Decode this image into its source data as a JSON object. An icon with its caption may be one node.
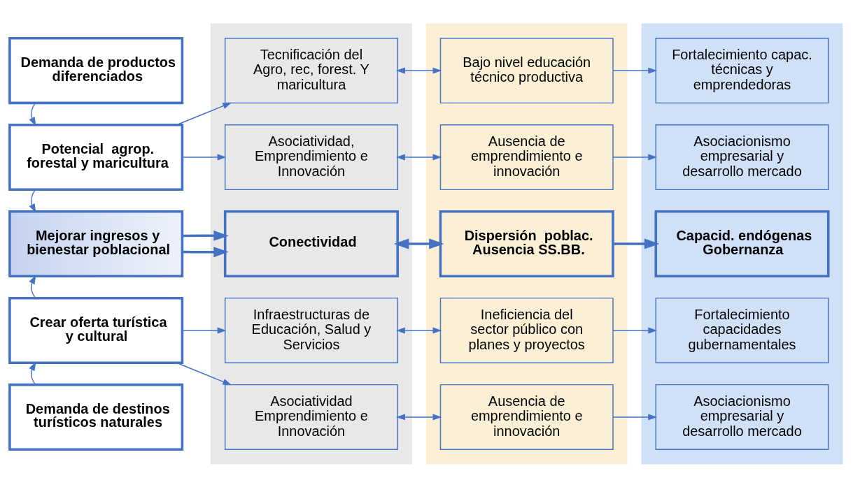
{
  "diagram": {
    "nodes": [
      {
        "text": [
          "Demanda de productos diferenciados"
        ]
      },
      {
        "text": [
          "Potencial  agrop. forestal y maricultura"
        ]
      },
      {
        "text": [
          "Mejorar ingresos y bienestar poblacional"
        ]
      },
      {
        "text": [
          "Crear oferta turística y cultural"
        ]
      },
      {
        "text": [
          "Demanda de destinos turísticos naturales"
        ]
      },
      {
        "text": [],
        "shape": "band"
      },
      {
        "text": [
          "Tecnificación del Agro, rec, forest. Y maricultura"
        ],
        "in": 5
      },
      {
        "text": [
          "Asociatividad, Emprendimiento e Innovación"
        ],
        "in": 5
      },
      {
        "text": [
          "Conectividad"
        ],
        "in": 5
      },
      {
        "text": [
          "Asociatividad Emprendimiento e Innovación"
        ],
        "in": 5
      },
      {
        "text": [
          "Infraestructuras de Educación, Salud y Servicios"
        ],
        "in": 5
      },
      {
        "text": [],
        "shape": "band"
      },
      {
        "text": [
          "Bajo nivel educación técnico productiva"
        ],
        "in": 11
      },
      {
        "text": [
          "Ausencia de emprendimiento e innovación"
        ],
        "in": 11
      },
      {
        "text": [
          "Dispersión  poblac. Ausencia SS.BB."
        ],
        "in": 11
      },
      {
        "text": [
          "Ausencia de emprendimiento e innovación"
        ],
        "in": 11
      },
      {
        "text": [
          "Ineficiencia del sector público con planes y proyectos"
        ],
        "in": 11
      },
      {
        "text": [],
        "shape": "band"
      },
      {
        "text": [
          "Fortalecimiento capac. técnicas y emprendedoras"
        ],
        "in": 17
      },
      {
        "text": [
          "Asociacionismo empresarial y desarrollo mercado"
        ],
        "in": 17
      },
      {
        "text": [
          "Capacid. endógenas Gobernanza"
        ],
        "in": 17
      },
      {
        "text": [
          "Asociacionismo empresarial y desarrollo mercado"
        ],
        "in": 17
      },
      {
        "text": [
          "Fortalecimiento capacidades gubernamentales"
        ],
        "in": 17
      }
    ],
    "edges": [
      {
        "from": 0,
        "to": 1,
        "arrow": "to"
      },
      {
        "from": 1,
        "to": 2,
        "arrow": "to"
      },
      {
        "from": 4,
        "to": 3,
        "arrow": "to"
      },
      {
        "from": 3,
        "to": 2,
        "arrow": "to"
      },
      {
        "from": 2,
        "to": 8,
        "arrow": "to",
        "style": "thick"
      },
      {
        "from": 2,
        "to": 8,
        "arrow": "to",
        "style": "thick"
      },
      {
        "from": 1,
        "to": 6,
        "arrow": "to"
      },
      {
        "from": 1,
        "to": 7,
        "arrow": "to"
      },
      {
        "from": 3,
        "to": 9,
        "arrow": "to"
      },
      {
        "from": 3,
        "to": 10,
        "arrow": "to"
      },
      {
        "from": 6,
        "to": 12,
        "arrow": "both"
      },
      {
        "from": 7,
        "to": 13,
        "arrow": "both"
      },
      {
        "from": 8,
        "to": 14,
        "arrow": "both",
        "style": "thick"
      },
      {
        "from": 9,
        "to": 15,
        "arrow": "both"
      },
      {
        "from": 10,
        "to": 16,
        "arrow": "both"
      },
      {
        "from": 12,
        "to": 18,
        "arrow": "to"
      },
      {
        "from": 13,
        "to": 19,
        "arrow": "to"
      },
      {
        "from": 14,
        "to": 20,
        "arrow": "to",
        "style": "thick"
      },
      {
        "from": 15,
        "to": 21,
        "arrow": "to"
      },
      {
        "from": 16,
        "to": 22,
        "arrow": "to"
      }
    ]
  }
}
